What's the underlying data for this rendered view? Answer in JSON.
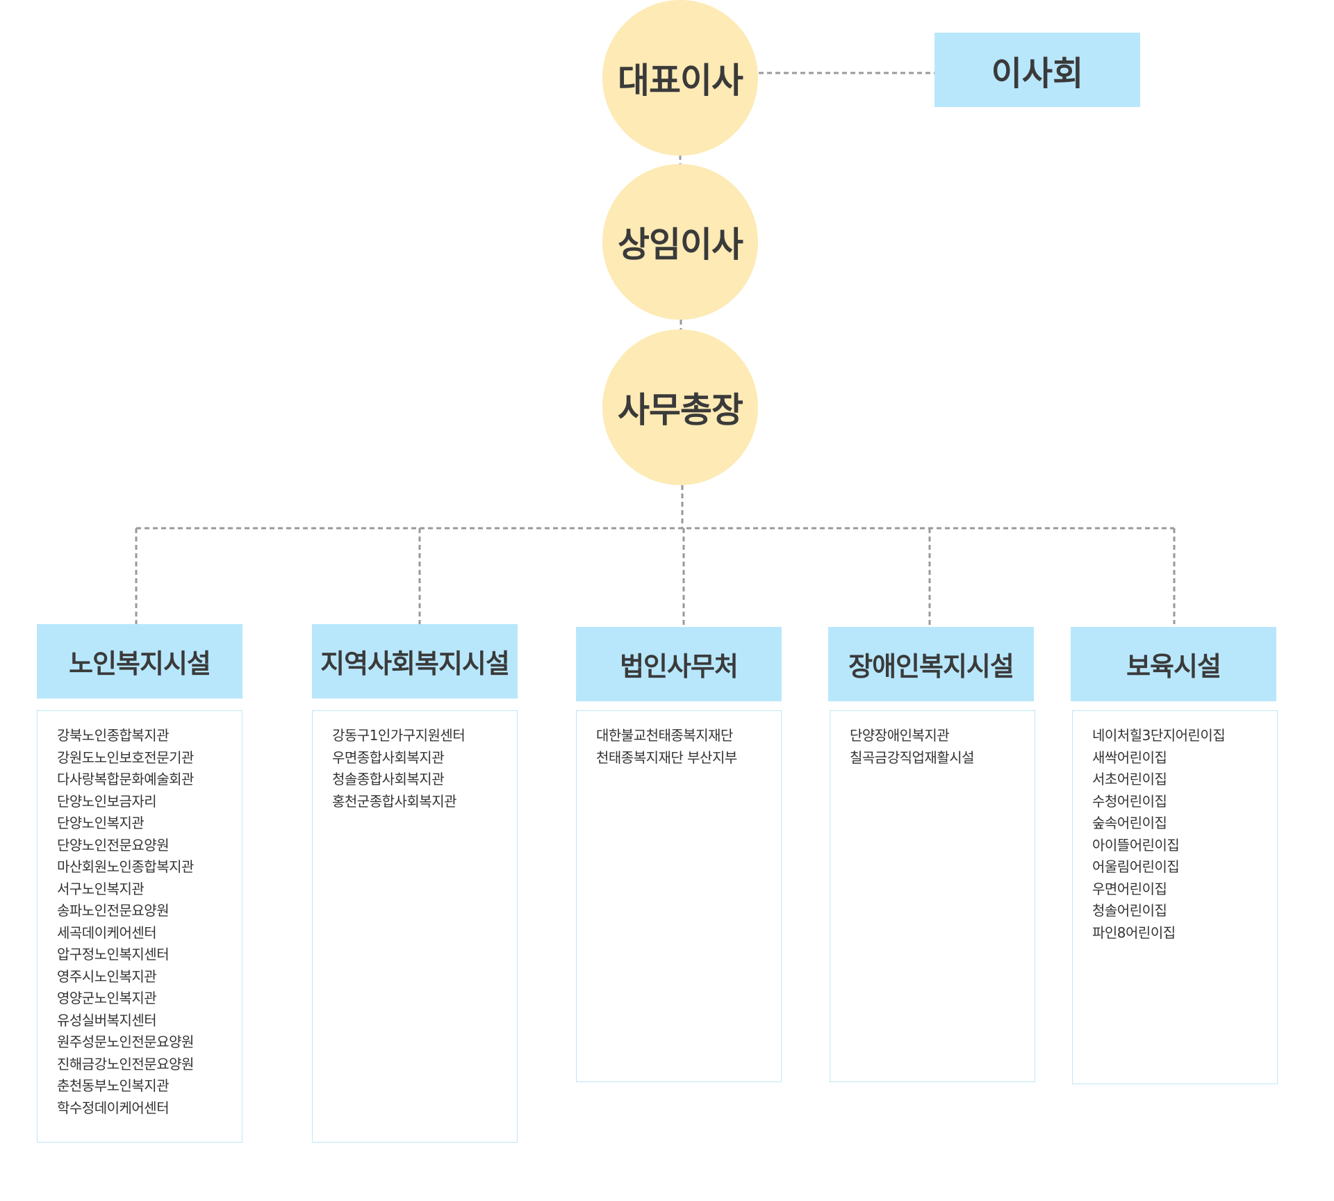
{
  "ceo": "대표이사",
  "standing_director": "상임이사",
  "secretary_general": "사무총장",
  "board": "이사회",
  "colors": {
    "circle_fill": "#fdeab5",
    "box_fill": "#b8e7fc",
    "box_border": "#bfe6f8",
    "connector": "#999999"
  },
  "columns": [
    {
      "title": "노인복지시설",
      "items": [
        "강북노인종합복지관",
        "강원도노인보호전문기관",
        "다사랑복합문화예술회관",
        "단양노인보금자리",
        "단양노인복지관",
        "단양노인전문요양원",
        "마산회원노인종합복지관",
        "서구노인복지관",
        "송파노인전문요양원",
        "세곡데이케어센터",
        "압구정노인복지센터",
        "영주시노인복지관",
        "영양군노인복지관",
        "유성실버복지센터",
        "원주성문노인전문요양원",
        "진해금강노인전문요양원",
        "춘천동부노인복지관",
        "학수정데이케어센터"
      ]
    },
    {
      "title": "지역사회복지시설",
      "items": [
        "강동구1인가구지원센터",
        "우면종합사회복지관",
        "청솔종합사회복지관",
        "홍천군종합사회복지관"
      ]
    },
    {
      "title": "법인사무처",
      "items": [
        "대한불교천태종복지재단",
        "천태종복지재단 부산지부"
      ]
    },
    {
      "title": "장애인복지시설",
      "items": [
        "단양장애인복지관",
        "칠곡금강직업재활시설"
      ]
    },
    {
      "title": "보육시설",
      "items": [
        "네이처힐3단지어린이집",
        "새싹어린이집",
        "서초어린이집",
        "수청어린이집",
        "숲속어린이집",
        "아이뜰어린이집",
        "어울림어린이집",
        "우면어린이집",
        "청솔어린이집",
        "파인8어린이집"
      ]
    }
  ]
}
